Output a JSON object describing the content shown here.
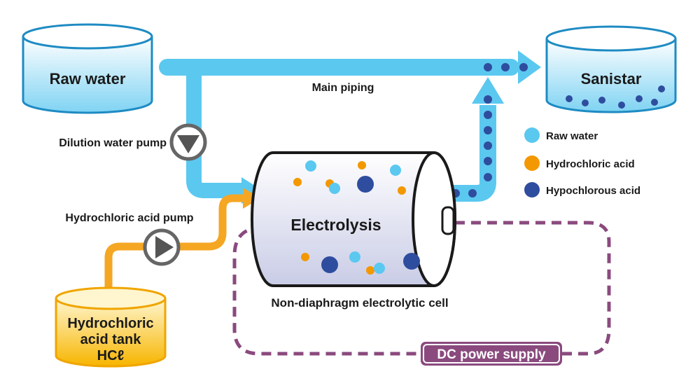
{
  "tanks": {
    "raw_water": "Raw water",
    "sanistar": "Sanistar",
    "hcl_tank_line1": "Hydrochloric",
    "hcl_tank_line2": "acid tank",
    "hcl_tank_line3": "HCℓ"
  },
  "labels": {
    "main_piping": "Main piping",
    "dilution_pump": "Dilution water pump",
    "hcl_pump": "Hydrochloric acid pump",
    "electrolysis": "Electrolysis",
    "cell": "Non-diaphragm electrolytic cell",
    "dc_power": "DC power supply"
  },
  "legend": [
    {
      "label": "Raw water",
      "color": "#5bc8f0"
    },
    {
      "label": "Hydrochloric acid",
      "color": "#f39800"
    },
    {
      "label": "Hypochlorous acid",
      "color": "#2f4d9e"
    }
  ],
  "colors": {
    "water_pipe": "#5bc8f0",
    "acid_pipe": "#f5a623",
    "hypochlorous": "#2f4d9e",
    "power_line": "#8a4a7e"
  }
}
